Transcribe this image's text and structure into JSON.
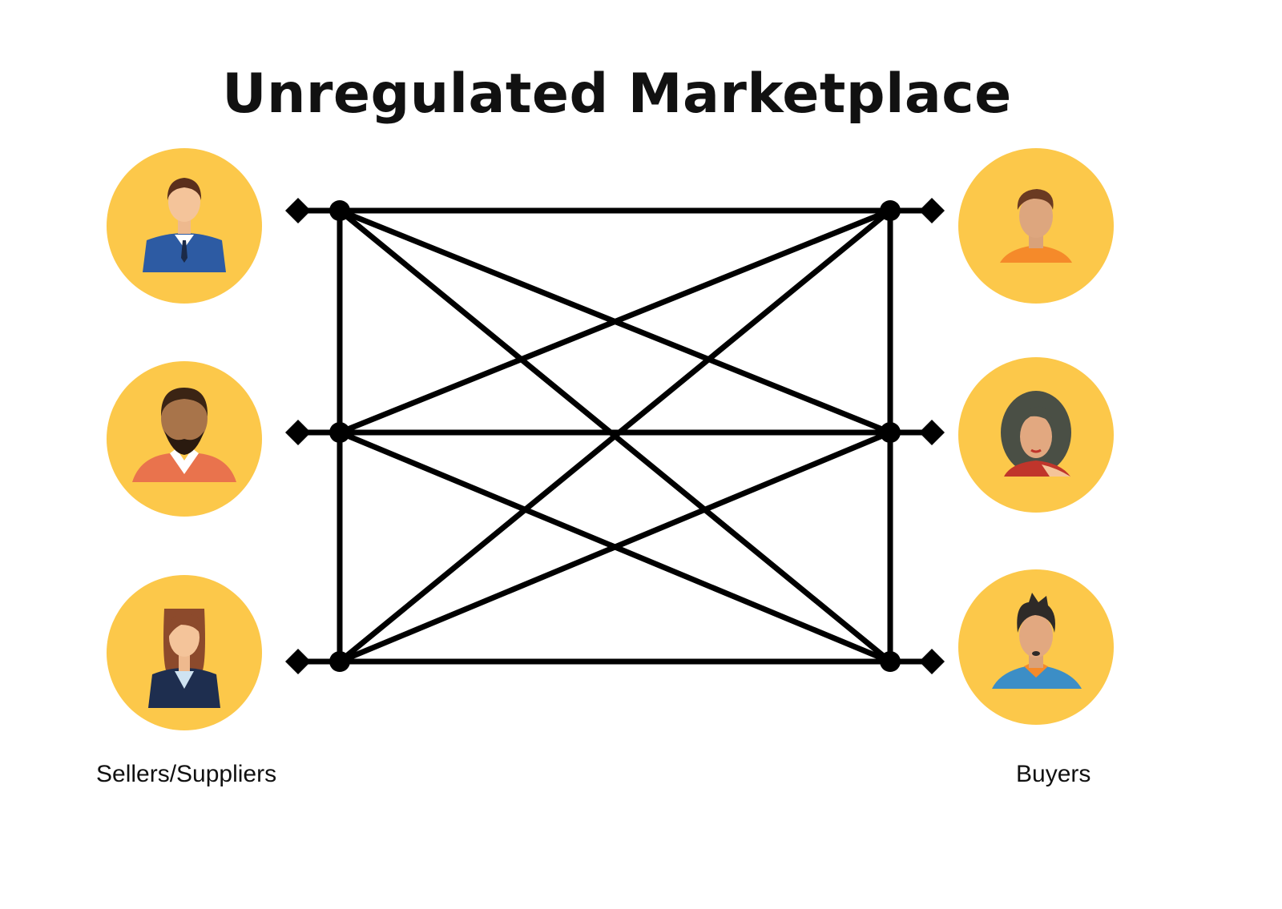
{
  "title": "Unregulated Marketplace",
  "labels": {
    "sellers": "Sellers/Suppliers",
    "buyers": "Buyers"
  },
  "colors": {
    "circle": "#FCC84A",
    "line": "#000000"
  },
  "sellers": [
    {
      "icon": "businessman-avatar-icon"
    },
    {
      "icon": "bearded-man-avatar-icon"
    },
    {
      "icon": "businesswoman-avatar-icon"
    }
  ],
  "buyers": [
    {
      "icon": "young-man-avatar-icon"
    },
    {
      "icon": "curly-haired-woman-avatar-icon"
    },
    {
      "icon": "spiky-haired-man-avatar-icon"
    }
  ],
  "connections": "every seller connected to every buyer"
}
